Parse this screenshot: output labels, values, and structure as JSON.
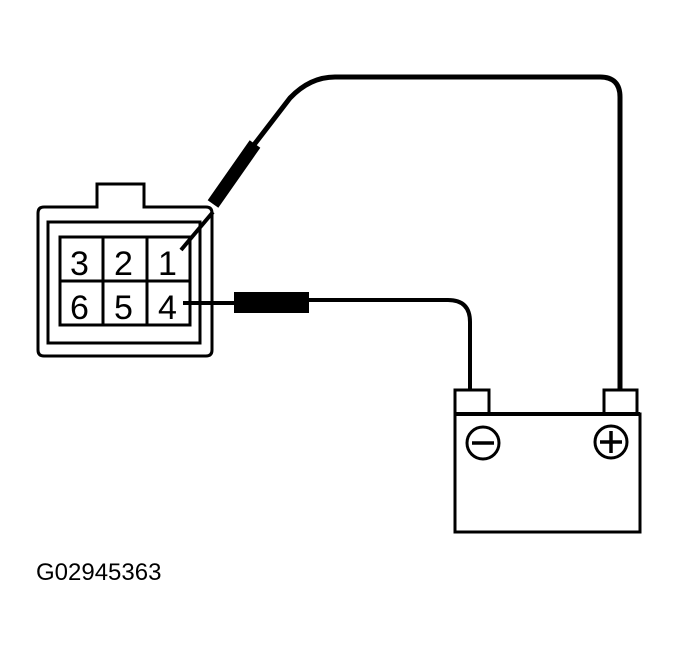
{
  "diagram": {
    "connector": {
      "pins_top_row": [
        "3",
        "2",
        "1"
      ],
      "pins_bottom_row": [
        "6",
        "5",
        "4"
      ]
    },
    "battery": {
      "negative_symbol": "minus-sign",
      "positive_symbol": "plus-sign"
    },
    "leads": [
      {
        "from": "connector-pin-1",
        "to": "battery-positive-terminal"
      },
      {
        "from": "connector-pin-4",
        "to": "battery-negative-terminal"
      }
    ],
    "figure_code": "G02945363",
    "colors": {
      "line": "#000000",
      "background": "#ffffff"
    }
  }
}
